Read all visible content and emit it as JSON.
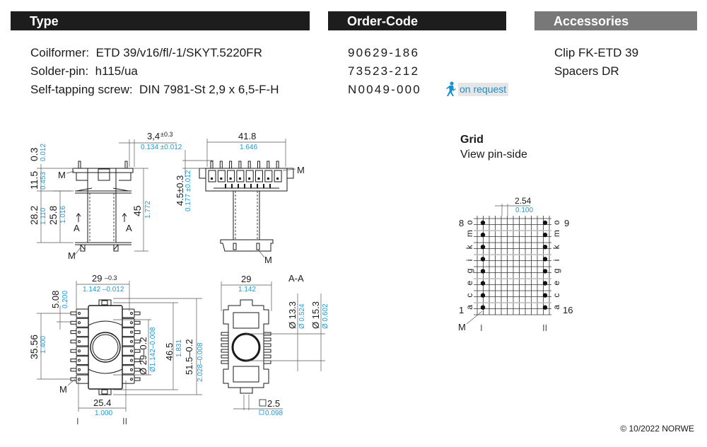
{
  "headers": {
    "type": "Type",
    "order_code": "Order-Code",
    "accessories": "Accessories"
  },
  "items": [
    {
      "label": "Coilformer:",
      "value": "ETD 39/v16/fl/-1/SKYT.5220FR",
      "order_code": "90629-186"
    },
    {
      "label": "Solder-pin:",
      "value": "h115/ua",
      "order_code": "73523-212"
    },
    {
      "label": "Self-tapping screw:",
      "value": "DIN 7981-St 2,9 x 6,5-F-H",
      "order_code": "N0049-000",
      "badge": "on request"
    }
  ],
  "accessories": [
    "Clip FK-ETD 39",
    "Spacers DR"
  ],
  "badge_color": "#1a8fcf",
  "drawing": {
    "side_view": {
      "dim_top_offset": {
        "mm": "3,4",
        "tol_mm": "±0.3",
        "inch": "0.134 ±0.012"
      },
      "dim_flange": {
        "mm": "0.3",
        "inch": "0.012"
      },
      "dim_top": {
        "mm": "11.5",
        "inch": "0.453"
      },
      "dim_winding": {
        "mm": "28.2",
        "inch": "1.110"
      },
      "dim_inner": {
        "mm": "25.8",
        "inch": "1.016"
      },
      "dim_height": {
        "mm": "45",
        "inch": "1.772"
      },
      "section_mark": "A",
      "marker": "M"
    },
    "front_view": {
      "dim_width": {
        "mm": "41.8",
        "inch": "1.646"
      },
      "dim_pin": {
        "mm": "4.5±0.3",
        "inch": "0.177 ±0.012"
      },
      "marker": "M"
    },
    "bottom_view": {
      "dim_width": {
        "mm": "29",
        "tol_mm": "–0.3",
        "inch": "1.142 –0.012"
      },
      "dim_pitch": {
        "mm": "5.08",
        "inch": "0.200"
      },
      "dim_pinrow": {
        "mm": "35.56",
        "inch": "1.400"
      },
      "dim_bore": {
        "mm": "Ø 29–0.2",
        "inch": "Ø1.142–0.008"
      },
      "dim_body": {
        "mm": "46.5",
        "inch": "1.831"
      },
      "dim_total": {
        "mm": "51.5–0.2",
        "inch": "2.028–0.008"
      },
      "dim_rowspace": {
        "mm": "25.4",
        "inch": "1.000"
      },
      "row_labels": [
        "I",
        "II"
      ],
      "marker": "M"
    },
    "section_view": {
      "title": "A-A",
      "dim_width": {
        "mm": "29",
        "inch": "1.142"
      },
      "dim_inner_dia": {
        "mm": "Ø 13.3",
        "inch": "Ø 0.524"
      },
      "dim_outer_dia": {
        "mm": "Ø 15.3",
        "inch": "Ø 0.602"
      },
      "dim_pin_sq": {
        "mm": "2.5",
        "inch": "0.098"
      }
    },
    "grid": {
      "title": "Grid",
      "subtitle": "View pin-side",
      "pitch": {
        "mm": "2.54",
        "inch": "0.100"
      },
      "left_letters": [
        "o",
        "m",
        "k",
        "i",
        "g",
        "e",
        "c",
        "a"
      ],
      "right_letters": [
        "o",
        "m",
        "k",
        "i",
        "g",
        "e",
        "c",
        "a"
      ],
      "top_left_num": "8",
      "bottom_left_num": "1",
      "top_right_num": "9",
      "bottom_right_num": "16",
      "row_labels": [
        "I",
        "II"
      ],
      "marker": "M"
    }
  },
  "copyright": "© 10/2022 NORWE"
}
